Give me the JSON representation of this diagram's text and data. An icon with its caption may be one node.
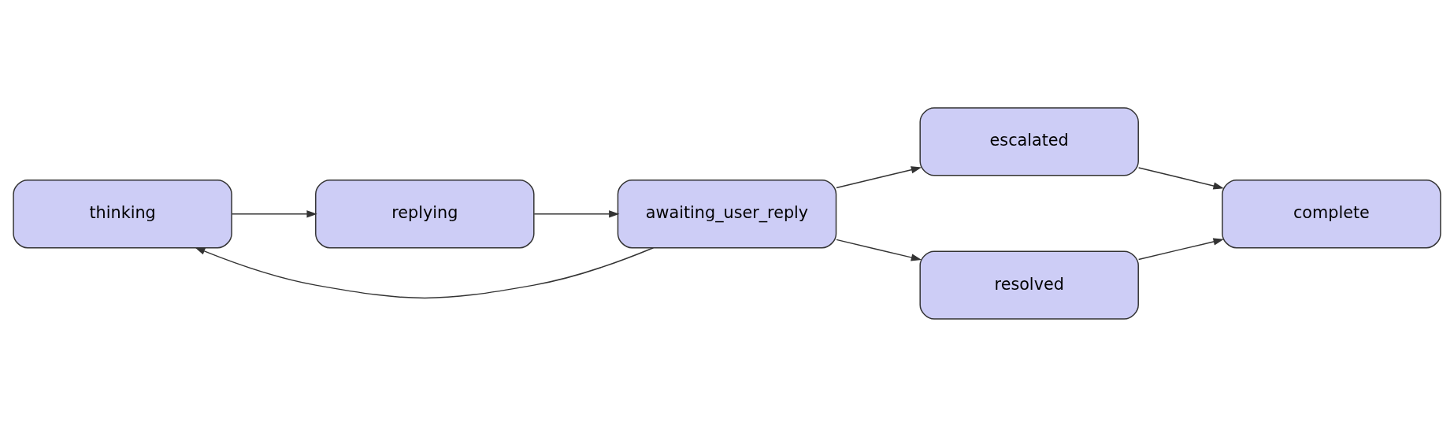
{
  "diagram": {
    "nodes": [
      {
        "text": [
          "thinking"
        ]
      },
      {
        "text": [
          "replying"
        ]
      },
      {
        "text": [
          "awaiting_user_reply"
        ]
      },
      {
        "text": [
          "escalated"
        ]
      },
      {
        "text": [
          "resolved"
        ]
      },
      {
        "text": [
          "complete"
        ]
      }
    ],
    "edges": [
      {
        "from": 0,
        "to": 1,
        "arrow": "to"
      },
      {
        "from": 1,
        "to": 2,
        "arrow": "to"
      },
      {
        "from": 2,
        "to": 0,
        "arrow": "to"
      },
      {
        "from": 2,
        "to": 3,
        "arrow": "to"
      },
      {
        "from": 2,
        "to": 4,
        "arrow": "to"
      },
      {
        "from": 3,
        "to": 5,
        "arrow": "to"
      },
      {
        "from": 4,
        "to": 5,
        "arrow": "to"
      }
    ]
  }
}
